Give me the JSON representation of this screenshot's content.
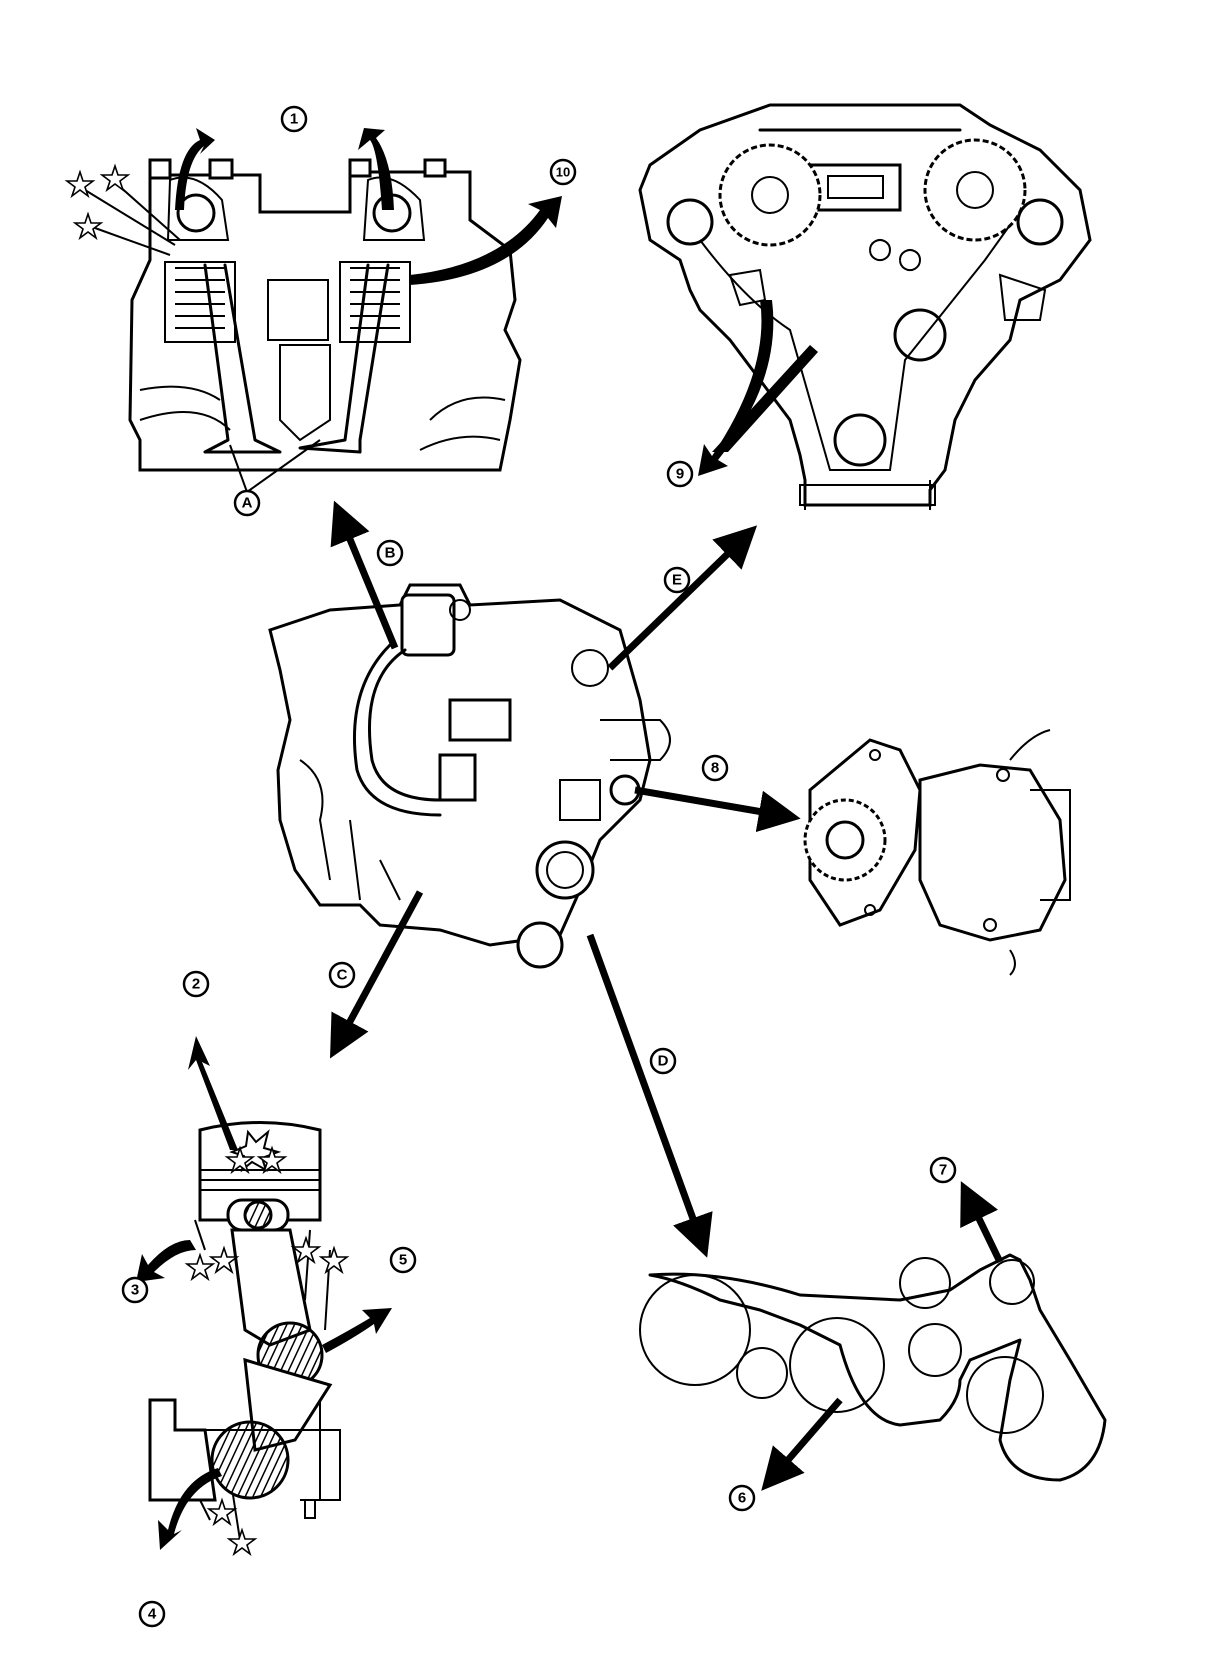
{
  "callouts": {
    "c1": "1",
    "c2": "2",
    "c3": "3",
    "c4": "4",
    "c5": "5",
    "c6": "6",
    "c7": "7",
    "c8": "8",
    "c9": "9",
    "c10": "10",
    "cA": "A",
    "cB": "B",
    "cC": "C",
    "cD": "D",
    "cE": "E"
  },
  "colors": {
    "line": "#000000",
    "background": "#ffffff"
  }
}
